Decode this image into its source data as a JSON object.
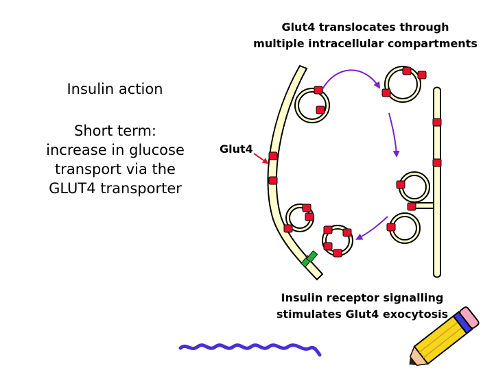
{
  "heading": {
    "line1": "Glut4 translocates through",
    "line2": "multiple intracellular compartments"
  },
  "left_text": {
    "title": "Insulin action",
    "line1": "Short term:",
    "line2": "increase in glucose",
    "line3": "transport via the",
    "line4": "GLUT4 transporter"
  },
  "label_glut4": "Glut4",
  "caption": {
    "line1": "Insulin receptor signalling",
    "line2": "stimulates Glut4 exocytosis"
  },
  "colors": {
    "membrane_fill": "#ffffcc",
    "glut4_marker": "#e8102a",
    "receptor": "#1fae3a",
    "arrow": "#7722cc",
    "squiggle": "#4a2fd6",
    "pencil_body": "#f7d51d",
    "pencil_band": "#3a3ad8"
  }
}
